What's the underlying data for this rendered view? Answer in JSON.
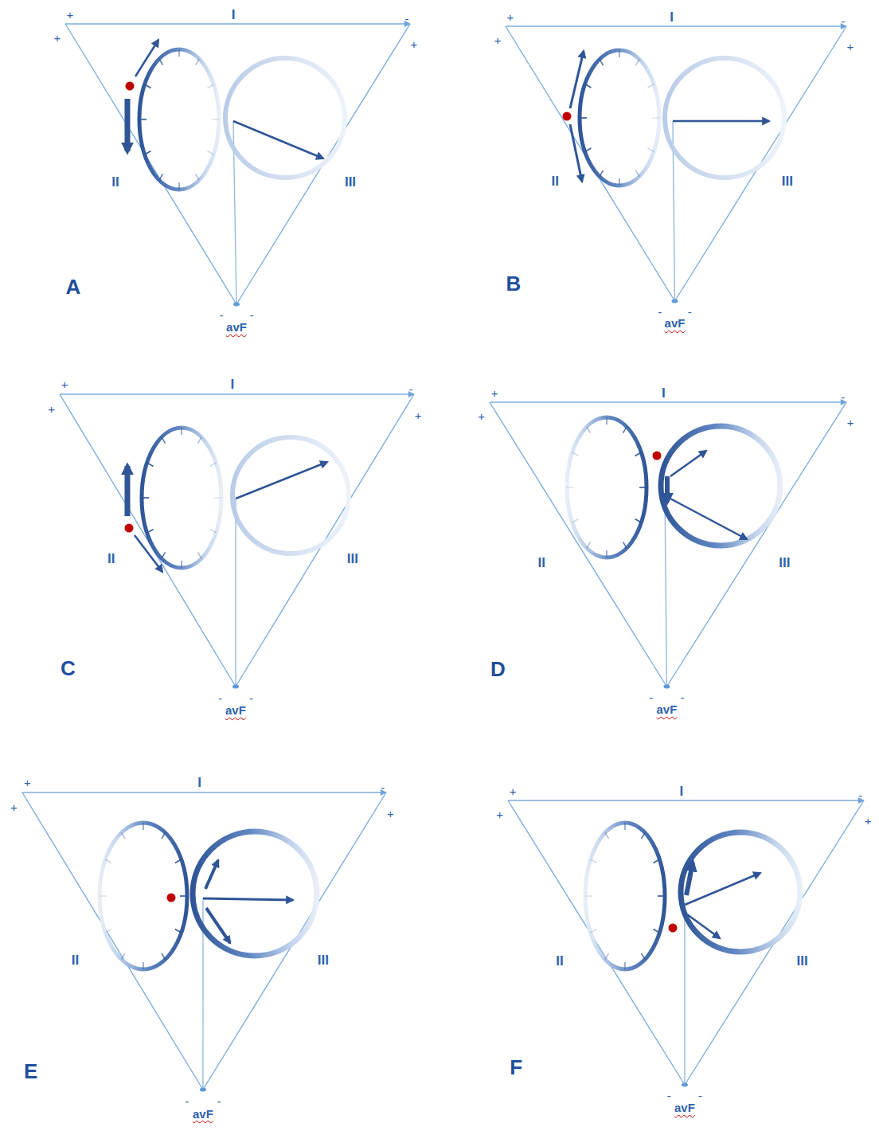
{
  "diagram": {
    "labels": [
      "+",
      "+",
      "I",
      "-",
      "+",
      "II",
      "III",
      "A",
      "-",
      "-",
      "avF",
      "+",
      "+",
      "I",
      "-",
      "+",
      "II",
      "III",
      "B",
      "-",
      "-",
      "avF",
      "+",
      "+",
      "I",
      "-",
      "+",
      "II",
      "III",
      "C",
      "-",
      "-",
      "avF",
      "+",
      "+",
      "I",
      "-",
      "+",
      "II",
      "III",
      "D",
      "-",
      "-",
      "avF",
      "+",
      "+",
      "I",
      "-",
      "+",
      "II",
      "III",
      "E",
      "-",
      "-",
      "avF",
      "+",
      "+",
      "I",
      "-",
      "+",
      "II",
      "III",
      "F",
      "-",
      "-",
      "avF"
    ]
  }
}
